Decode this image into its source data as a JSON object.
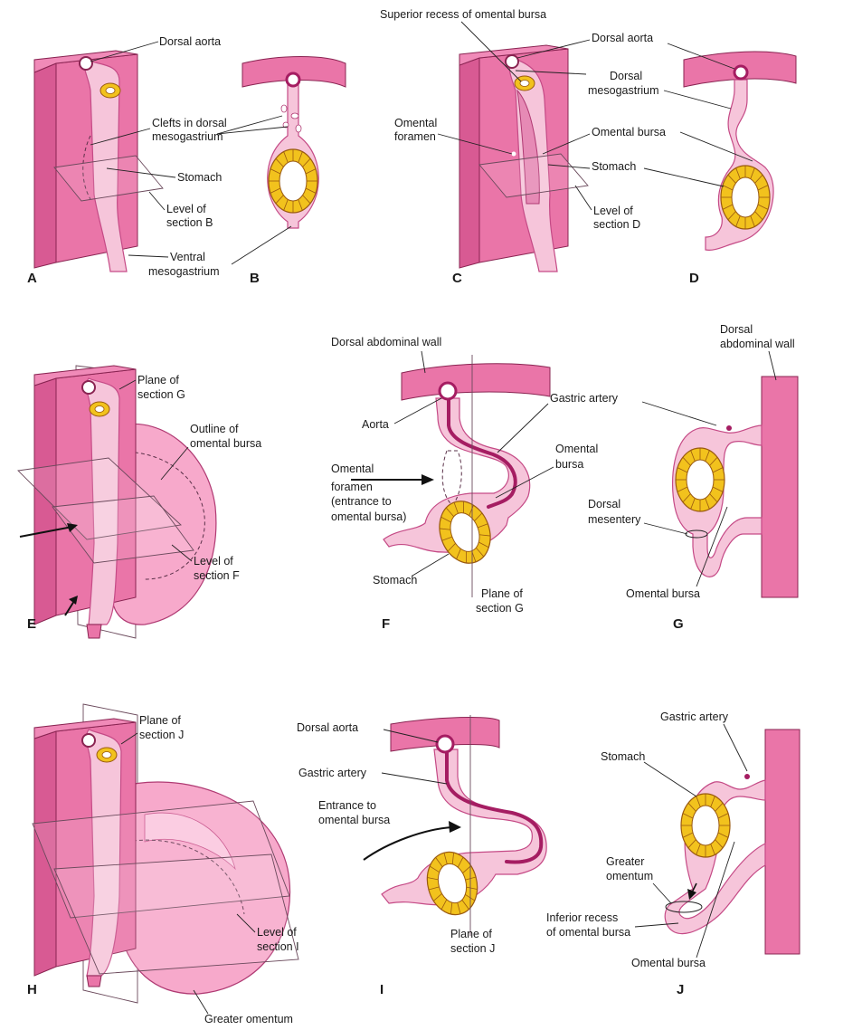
{
  "panels": {
    "A": {
      "letter": "A",
      "dorsal_aorta": "Dorsal aorta",
      "clefts_1": "Clefts in dorsal",
      "clefts_2": "mesogastrium",
      "stomach": "Stomach",
      "level_1": "Level of",
      "level_2": "section B",
      "ventral_1": "Ventral",
      "ventral_2": "mesogastrium"
    },
    "B": {
      "letter": "B"
    },
    "C": {
      "letter": "C",
      "superior_recess": "Superior recess of omental bursa",
      "omental_foramen_1": "Omental",
      "omental_foramen_2": "foramen",
      "level_1": "Level of",
      "level_2": "section D"
    },
    "D": {
      "letter": "D",
      "dorsal_aorta": "Dorsal aorta",
      "dorsal_meso_1": "Dorsal",
      "dorsal_meso_2": "mesogastrium",
      "omental_bursa": "Omental bursa",
      "stomach": "Stomach"
    },
    "E": {
      "letter": "E",
      "plane_1": "Plane of",
      "plane_2": "section G",
      "outline_1": "Outline of",
      "outline_2": "omental bursa",
      "level_1": "Level of",
      "level_2": "section F"
    },
    "F": {
      "letter": "F",
      "dorsal_wall": "Dorsal abdominal wall",
      "aorta": "Aorta",
      "gastric_artery": "Gastric artery",
      "omental_bursa_1": "Omental",
      "omental_bursa_2": "bursa",
      "foramen_1": "Omental",
      "foramen_2": "foramen",
      "foramen_3": "(entrance to",
      "foramen_4": "omental bursa)",
      "stomach": "Stomach",
      "plane_1": "Plane of",
      "plane_2": "section G"
    },
    "G": {
      "letter": "G",
      "dorsal_wall_1": "Dorsal",
      "dorsal_wall_2": "abdominal wall",
      "dorsal_mes_1": "Dorsal",
      "dorsal_mes_2": "mesentery",
      "omental_bursa": "Omental bursa"
    },
    "H": {
      "letter": "H",
      "plane_1": "Plane of",
      "plane_2": "section J",
      "level_1": "Level of",
      "level_2": "section I",
      "greater_omentum": "Greater omentum"
    },
    "I": {
      "letter": "I",
      "dorsal_aorta": "Dorsal aorta",
      "gastric_artery": "Gastric artery",
      "entrance_1": "Entrance to",
      "entrance_2": "omental bursa",
      "plane_1": "Plane of",
      "plane_2": "section J"
    },
    "J": {
      "letter": "J",
      "gastric_artery": "Gastric artery",
      "stomach": "Stomach",
      "greater_1": "Greater",
      "greater_2": "omentum",
      "inferior_1": "Inferior recess",
      "inferior_2": "of omental bursa",
      "omental_bursa": "Omental bursa"
    }
  },
  "colors": {
    "wall": "#ea75a8",
    "mesentery": "#f6c5da",
    "artery": "#a51d62",
    "stomach_wall": "#f2c21d"
  }
}
